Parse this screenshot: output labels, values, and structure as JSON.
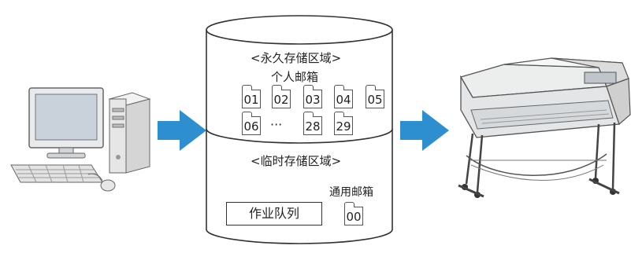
{
  "storage": {
    "permanent_area": "<永久存储区域>",
    "personal_box_title": "个人邮箱",
    "boxes_row1": [
      "01",
      "02",
      "03",
      "04",
      "05"
    ],
    "boxes_row2_start": "06",
    "ellipsis": "···",
    "boxes_row2_end": [
      "28",
      "29"
    ],
    "temporary_area": "<临时存储区域>",
    "common_box_title": "通用邮箱",
    "common_box": "00",
    "job_queue": "作业队列"
  },
  "icons": {
    "computer": "desktop-computer-icon",
    "printer": "large-format-printer-icon",
    "arrow": "right-arrow-icon"
  },
  "colors": {
    "arrow": "#2e8fd0",
    "line": "#333333"
  }
}
